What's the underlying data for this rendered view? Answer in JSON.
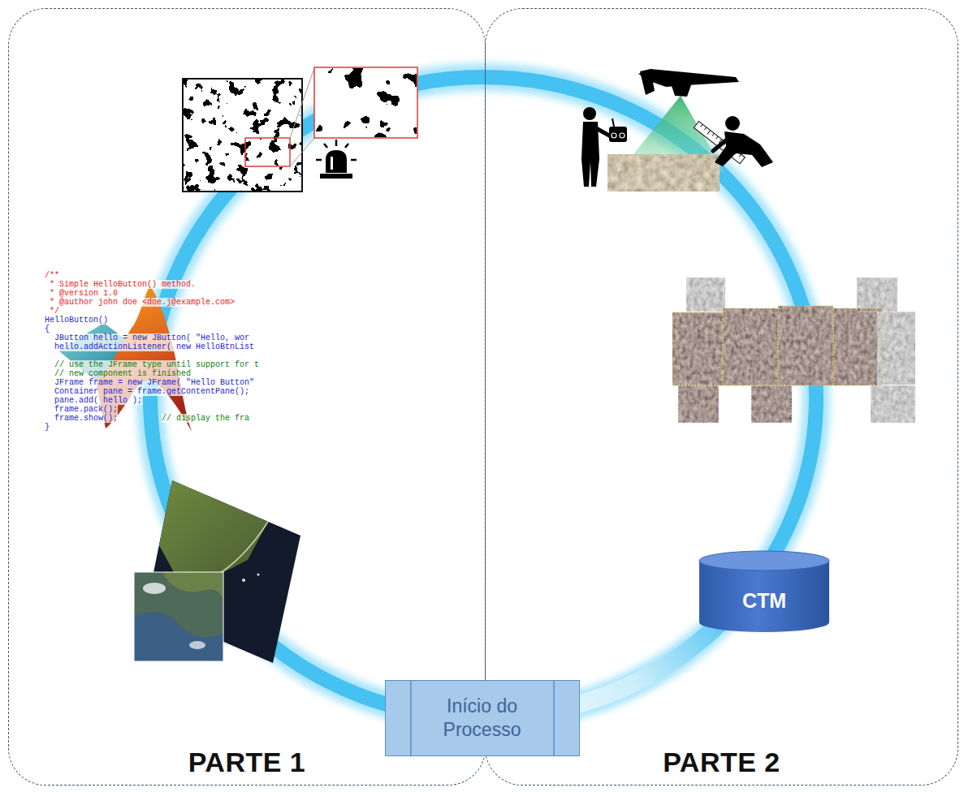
{
  "diagram": {
    "nodes": [
      {
        "text": [
          "PARTE 1"
        ]
      },
      {
        "text": [
          "PARTE 2"
        ]
      },
      {
        "text": [
          "CTM"
        ],
        "in": 1
      },
      {
        "text": [
          "Início do Processo"
        ]
      }
    ],
    "labels": [
      "/**",
      "* Simple HelloButton() method.",
      "* @version 1.0",
      "* @author john doe <doe.j@example.com>",
      "*/",
      "HelloButton()",
      "{",
      "JButton hello = new JButton( \"Hello, wor",
      "hello.addActionListener( new HelloBtnList",
      "// use the JFrame type until support for t",
      "// new component is finished",
      "JFrame frame = new JFrame( \"Hello Button\"",
      "Container pane = frame.getContentPane();",
      "pane.add( hello );",
      "frame.pack();",
      "frame.show();",
      "// display the fra",
      "}"
    ]
  }
}
